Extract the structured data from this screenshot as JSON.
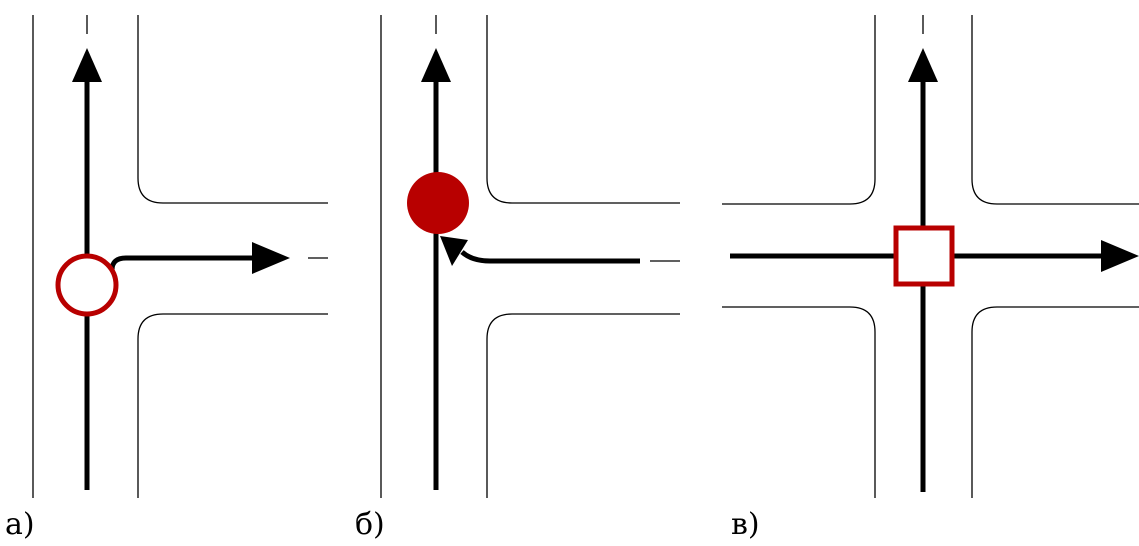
{
  "panels": [
    {
      "label": "а)",
      "marker": "hollow-circle"
    },
    {
      "label": "б)",
      "marker": "filled-circle"
    },
    {
      "label": "в)",
      "marker": "hollow-square"
    }
  ],
  "colors": {
    "road_edge": "#000000",
    "path": "#000000",
    "marker": "#b80000"
  }
}
